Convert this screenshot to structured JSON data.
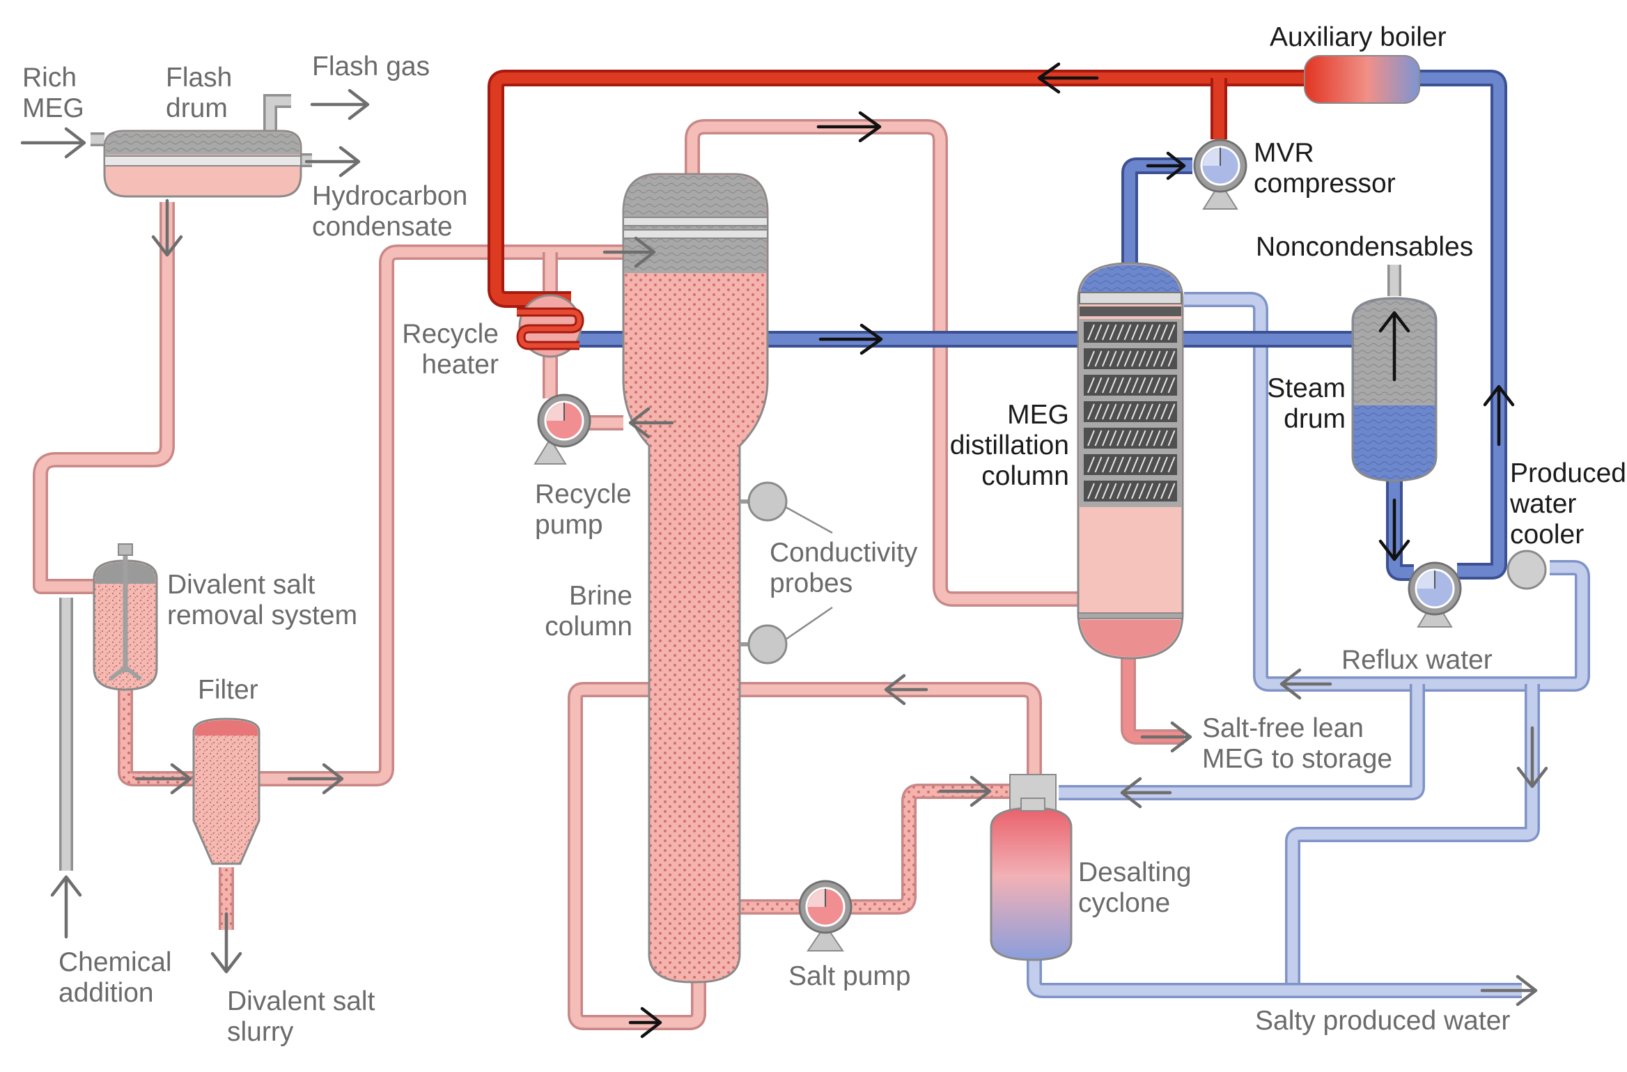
{
  "diagram": {
    "title": "",
    "labels": {
      "rich_meg": [
        "Rich",
        "MEG"
      ],
      "flash_drum": [
        "Flash",
        "drum"
      ],
      "flash_gas": "Flash gas",
      "hydrocarbon_condensate": [
        "Hydrocarbon",
        "condensate"
      ],
      "recycle_heater": [
        "Recycle",
        "heater"
      ],
      "recycle_pump": [
        "Recycle",
        "pump"
      ],
      "brine_column": [
        "Brine",
        "column"
      ],
      "conductivity_probes": [
        "Conductivity",
        "probes"
      ],
      "divalent_salt_removal": [
        "Divalent salt",
        "removal system"
      ],
      "filter": "Filter",
      "chemical_addition": [
        "Chemical",
        "addition"
      ],
      "divalent_salt_slurry": [
        "Divalent salt",
        "slurry"
      ],
      "salt_pump": "Salt pump",
      "desalting_cyclone": [
        "Desalting",
        "cyclone"
      ],
      "salty_produced_water": "Salty produced water",
      "salt_free_lean_meg": [
        "Salt-free lean",
        "MEG to storage"
      ],
      "reflux_water": "Reflux water",
      "meg_distillation_column": [
        "MEG",
        "distillation",
        "column"
      ],
      "auxiliary_boiler": "Auxiliary boiler",
      "mvr_compressor": [
        "MVR",
        "compressor"
      ],
      "noncondensables": "Noncondensables",
      "steam_drum": [
        "Steam",
        "drum"
      ],
      "produced_water_cooler": [
        "Produced",
        "water",
        "cooler"
      ]
    },
    "colors": {
      "brine_pink": "#f2a7a2",
      "light_pink": "#f6c3bd",
      "steam_red": "#dd3a22",
      "steam_blue": "#6b86cd",
      "water_light_blue": "#c3cdec",
      "vapor_gray": "#a9a9a9",
      "label_gray": "#6a6a6a",
      "label_dark": "#1a1a1a"
    }
  }
}
